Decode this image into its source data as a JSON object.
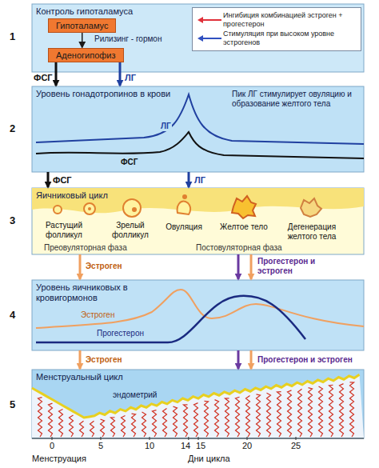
{
  "diagram": {
    "nodes": [
      {
        "text": [
          "Контроль гипоталамуса"
        ]
      },
      {
        "text": [
          "Гипоталамус"
        ],
        "in": 0
      },
      {
        "text": [
          "Аденогипофиз"
        ],
        "in": 0
      },
      {
        "text": [
          "Уровень гонадотропинов в крови"
        ]
      },
      {
        "text": [
          "Яичниковый цикл"
        ]
      },
      {
        "text": [
          "Уровень яичниковых в кровигормонов"
        ]
      },
      {
        "text": [
          "Менструальный цикл"
        ]
      }
    ],
    "edges": [
      {
        "from": 1,
        "to": 2,
        "label": "Рилизинг - гормон",
        "arrow": "to"
      },
      {
        "from": 2,
        "to": 3,
        "label": "ФСГ",
        "arrow": "to"
      },
      {
        "from": 2,
        "to": 3,
        "label": "ЛГ",
        "arrow": "to"
      },
      {
        "from": 3,
        "to": 4,
        "label": "ФСГ",
        "arrow": "to"
      },
      {
        "from": 3,
        "to": 4,
        "label": "ЛГ",
        "arrow": "to"
      },
      {
        "from": 4,
        "to": 5,
        "label": "Эстроген",
        "arrow": "to"
      },
      {
        "from": 4,
        "to": 5,
        "label": "Прогестерон и эстроген",
        "arrow": "to"
      },
      {
        "from": 4,
        "to": 5,
        "arrow": "to"
      },
      {
        "from": 5,
        "to": 6,
        "label": "Эстроген",
        "arrow": "to"
      },
      {
        "from": 5,
        "to": 6,
        "label": "Прогестерон и эстроген",
        "arrow": "to"
      },
      {
        "from": 5,
        "to": 6,
        "arrow": "to"
      }
    ],
    "labels": [
      "1",
      "2",
      "3",
      "4",
      "5",
      "Пик ЛГ стимулирует овуляцию и образование желтого тела",
      "ЛГ",
      "ФСГ",
      "Растущий фолликул",
      "Зрелый фолликул",
      "Овуляция",
      "Желтое тело",
      "Дегенерация желтого тела",
      "Преовуляторная фаза",
      "Постовуляторная фаза",
      "Эстроген",
      "Прогестерон",
      "эндометрий",
      "0",
      "5",
      "10",
      "14",
      "15",
      "20",
      "25",
      "Менструация",
      "Дни цикла"
    ],
    "legend": [
      {
        "text": "Ингибиция комбинацией эстроген + прогестерон"
      },
      {
        "text": "Стимуляция при высоком уровне эстрогенов"
      }
    ]
  }
}
